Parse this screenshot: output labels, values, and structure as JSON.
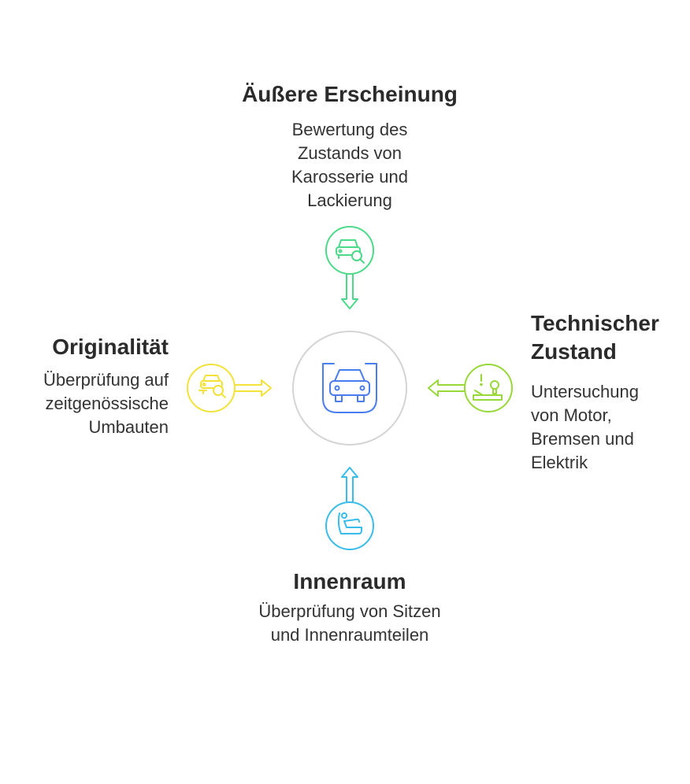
{
  "colors": {
    "center": "#4a7ef0",
    "center_ring": "#d4d4d4",
    "top": "#4cd98a",
    "right": "#98d838",
    "bottom": "#38bcec",
    "left": "#f2e23a"
  },
  "center": {
    "icon": "car-inspection-icon"
  },
  "top": {
    "title": "Äußere Erscheinung",
    "desc": [
      "Bewertung des",
      "Zustands von",
      "Karosserie und",
      "Lackierung"
    ],
    "icon": "car-search-icon"
  },
  "right": {
    "title": [
      "Technischer",
      "Zustand"
    ],
    "desc": [
      "Untersuchung",
      "von Motor,",
      "Bremsen und",
      "Elektrik"
    ],
    "icon": "engine-warning-icon"
  },
  "bottom": {
    "title": "Innenraum",
    "desc": [
      "Überprüfung von Sitzen",
      "und Innenraumteilen"
    ],
    "icon": "car-seat-icon"
  },
  "left": {
    "title": "Originalität",
    "desc": [
      "Überprüfung auf",
      "zeitgenössische",
      "Umbauten"
    ],
    "icon": "car-key-search-icon"
  }
}
